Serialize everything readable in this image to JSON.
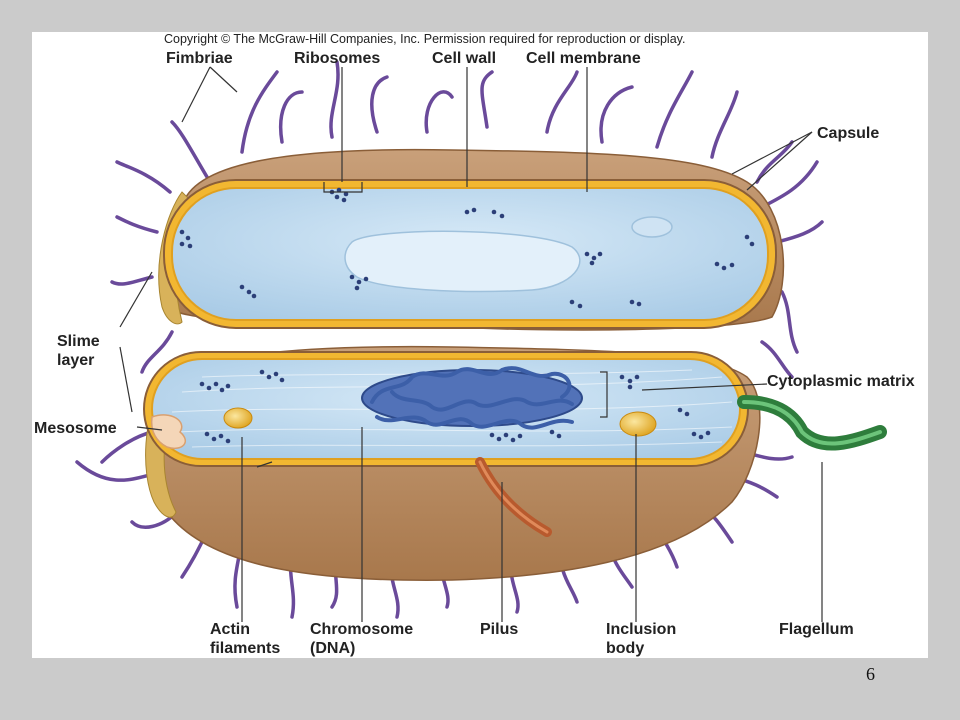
{
  "copyright": "Copyright © The McGraw-Hill Companies, Inc. Permission required for reproduction or display.",
  "labels": {
    "fimbriae": "Fimbriae",
    "ribosomes": "Ribosomes",
    "cell_wall": "Cell wall",
    "cell_membrane": "Cell membrane",
    "capsule": "Capsule",
    "slime_layer_1": "Slime",
    "slime_layer_2": "layer",
    "mesosome": "Mesosome",
    "cytoplasmic_matrix": "Cytoplasmic matrix",
    "actin_filaments_1": "Actin",
    "actin_filaments_2": "filaments",
    "chromosome_1": "Chromosome",
    "chromosome_2": "(DNA)",
    "pilus": "Pilus",
    "inclusion_body_1": "Inclusion",
    "inclusion_body_2": "body",
    "flagellum": "Flagellum"
  },
  "page_number": "6",
  "colors": {
    "capsule": "#b98a5e",
    "cell_wall": "#f2b731",
    "cytoplasm": "#bcd8ee",
    "fimbriae": "#6a4a9a",
    "flagellum": "#3a9a4a",
    "chromosome": "#3c5fa8",
    "pilus": "#b85a2e",
    "inclusion": "#f0c24a"
  }
}
